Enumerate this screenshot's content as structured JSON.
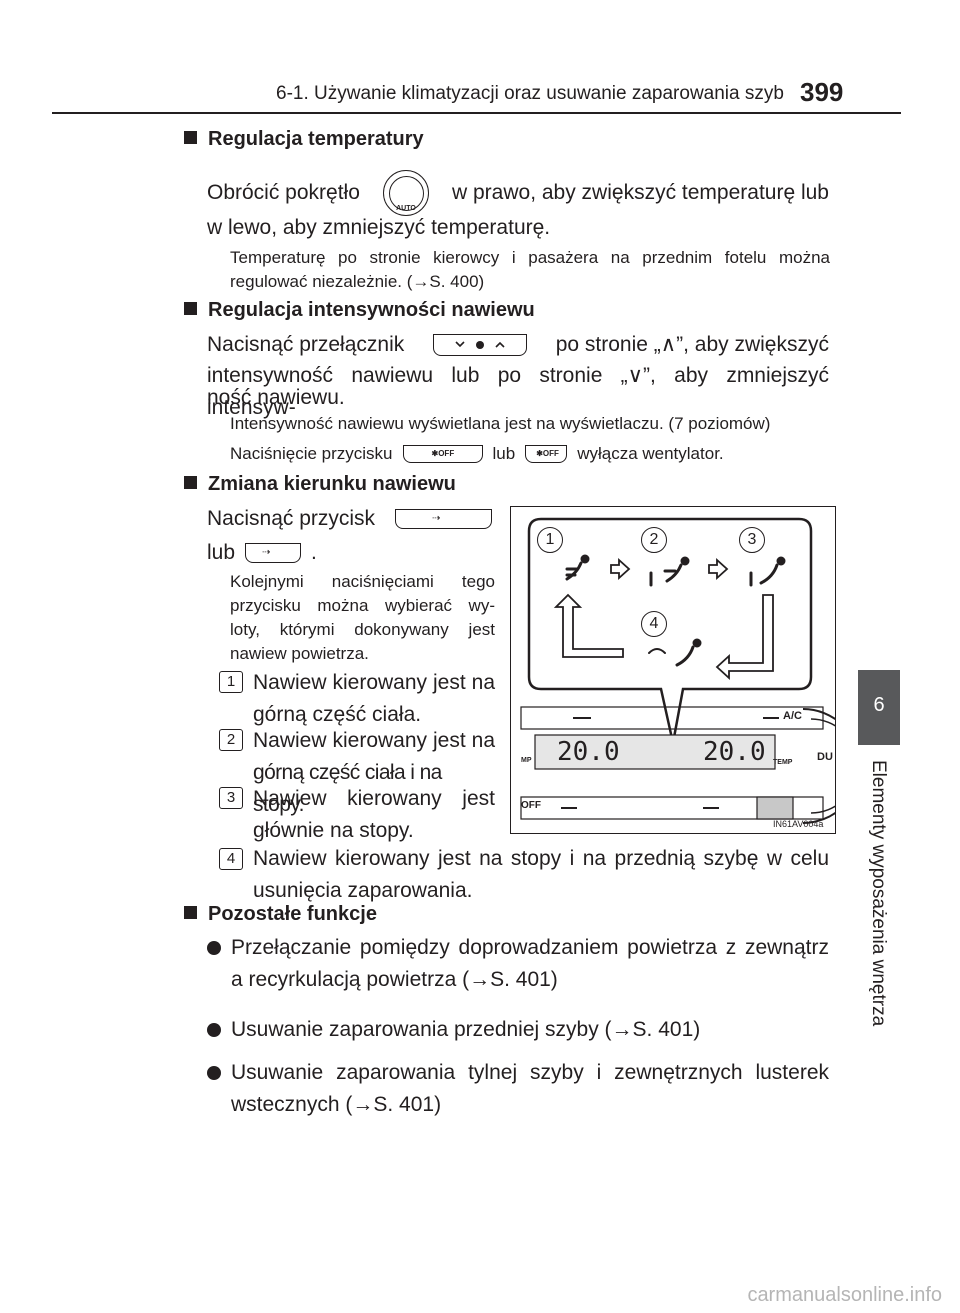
{
  "header": {
    "section_title": "6-1. Używanie klimatyzacji oraz usuwanie zaparowania szyb",
    "page_number": "399"
  },
  "side_tab": {
    "chapter_number": "6",
    "chapter_title": "Elementy wyposażenia wnętrza"
  },
  "temperature": {
    "heading": "Regulacja temperatury",
    "text_before": "Obrócić pokrętło",
    "knob_label": "AUTO",
    "text_after": "w prawo, aby zwiększyć temperaturę lub",
    "text_line2": "w lewo, aby zmniejszyć temperaturę.",
    "note_line1": "Temperaturę po stronie kierowcy i pasażera na przednim fotelu można",
    "note_line2_before": "regulować niezależnie. (",
    "note_ref": "S. 400)"
  },
  "fan": {
    "heading": "Regulacja intensywności nawiewu",
    "line1_before": "Nacisnąć przełącznik",
    "line1_after": "po stronie „∧”, aby zwiększyć",
    "line2": "intensywność nawiewu lub po stronie „∨”, aby zmniejszyć intensyw-",
    "line3": "ność nawiewu.",
    "note1": "Intensywność nawiewu wyświetlana jest na wyświetlaczu. (7 poziomów)",
    "note2_before": "Naciśnięcie przycisku",
    "note2_mid": "lub",
    "note2_after": "wyłącza wentylator.",
    "off_label": "OFF"
  },
  "direction": {
    "heading": "Zmiana kierunku nawiewu",
    "line1": "Nacisnąć przycisk",
    "line2_before": "lub",
    "line2_after": ".",
    "note": [
      "Kolejnymi naciśnięciami tego",
      "przycisku można wybierać wy-",
      "loty, którymi dokonywany jest",
      "nawiew powietrza."
    ],
    "items": [
      {
        "num": "1",
        "lines": [
          "Nawiew kierowany jest na",
          "górną część ciała."
        ]
      },
      {
        "num": "2",
        "lines": [
          "Nawiew kierowany jest na",
          "górną część ciała i na stopy."
        ]
      },
      {
        "num": "3",
        "lines": [
          "Nawiew kierowany jest",
          "głównie na stopy."
        ]
      },
      {
        "num": "4",
        "lines": [
          "Nawiew kierowany jest na stopy i na przednią szybę w celu",
          "usunięcia zaparowania."
        ]
      }
    ]
  },
  "figure": {
    "circle_labels": [
      "1",
      "2",
      "3",
      "4"
    ],
    "ac_label": "A/C",
    "temp_left": "20.0",
    "temp_right": "20.0",
    "temp_label_left": "MP",
    "temp_label_right": "TEMP",
    "dual_label": "DU",
    "off_label": "OFF",
    "code": "IN61AV004a"
  },
  "other": {
    "heading": "Pozostałe funkcje",
    "items": [
      {
        "line1": "Przełączanie pomiędzy doprowadzaniem powietrza z zewnątrz",
        "line2_before": "a recyrkulacją powietrza (",
        "ref": "S. 401)"
      },
      {
        "line1_before": "Usuwanie zaparowania przedniej szyby (",
        "ref": "S. 401)"
      },
      {
        "line1": "Usuwanie zaparowania tylnej szyby i zewnętrznych lusterek",
        "line2_before": "wstecznych (",
        "ref": "S. 401)"
      }
    ]
  },
  "watermark": "carmanualsonline.info"
}
